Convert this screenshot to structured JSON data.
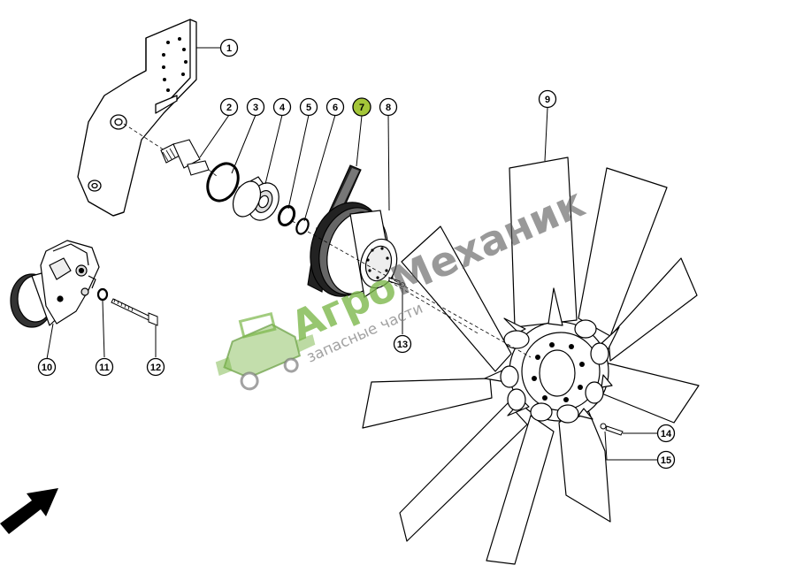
{
  "diagram": {
    "highlight_color": "#a4c639",
    "line_color": "#000000",
    "callouts": [
      {
        "id": "callout-1",
        "label": "1"
      },
      {
        "id": "callout-2",
        "label": "2"
      },
      {
        "id": "callout-3",
        "label": "3"
      },
      {
        "id": "callout-4",
        "label": "4"
      },
      {
        "id": "callout-5",
        "label": "5"
      },
      {
        "id": "callout-6",
        "label": "6"
      },
      {
        "id": "callout-7",
        "label": "7",
        "highlighted": true
      },
      {
        "id": "callout-8",
        "label": "8"
      },
      {
        "id": "callout-9",
        "label": "9"
      },
      {
        "id": "callout-10",
        "label": "10"
      },
      {
        "id": "callout-11",
        "label": "11"
      },
      {
        "id": "callout-12",
        "label": "12"
      },
      {
        "id": "callout-13",
        "label": "13"
      },
      {
        "id": "callout-14",
        "label": "14"
      },
      {
        "id": "callout-15",
        "label": "15"
      }
    ],
    "parts": [
      "bracket",
      "bolt",
      "ring",
      "bearing",
      "washer",
      "belt",
      "pulley",
      "fan",
      "tensioner",
      "washer-small",
      "screw",
      "pin",
      "bolt-small",
      "washer-small-2"
    ]
  },
  "watermark": {
    "brand_part1": "Агро",
    "brand_part2": "Механик",
    "tagline": "запасные части",
    "brand_color": "#7ab648",
    "brand_color_2": "#5a5a5a",
    "icon": "combine-harvester-icon"
  },
  "direction_arrow": {
    "icon": "direction-arrow-icon"
  }
}
